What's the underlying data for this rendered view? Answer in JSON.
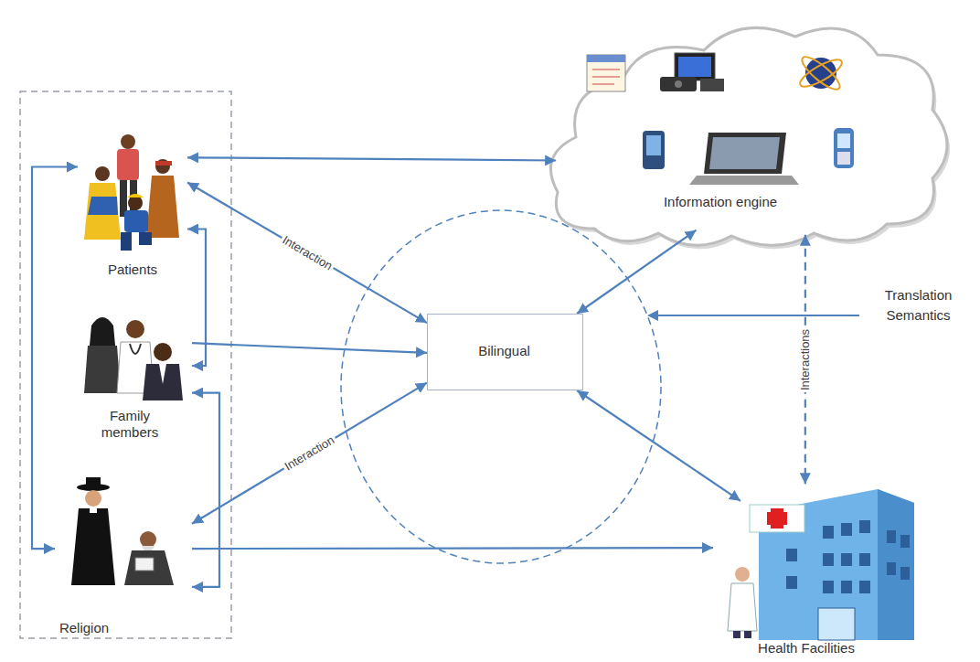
{
  "diagram": {
    "nodes": [
      {
        "text": [
          "Patients"
        ]
      },
      {
        "text": [
          "Family members"
        ]
      },
      {
        "text": [
          "Religion"
        ]
      },
      {
        "text": [
          "Information engine"
        ]
      },
      {
        "text": [
          "Bilingual"
        ]
      },
      {
        "text": [
          "Health Facilities"
        ]
      }
    ],
    "edges": [
      {
        "from": 0,
        "to": 3,
        "arrow": "both"
      },
      {
        "from": 0,
        "to": 4,
        "label": "Interaction",
        "arrow": "both"
      },
      {
        "from": 1,
        "to": 4,
        "arrow": "to"
      },
      {
        "from": 2,
        "to": 4,
        "label": "Interaction",
        "arrow": "both"
      },
      {
        "from": 4,
        "to": 3,
        "arrow": "both"
      },
      {
        "from": 4,
        "to": 5,
        "arrow": "both"
      },
      {
        "from": 3,
        "to": 5,
        "label": "Interactions",
        "arrow": "both"
      },
      {
        "from": 2,
        "to": 5,
        "arrow": "to"
      },
      {
        "from": 2,
        "to": 0,
        "arrow": "both"
      },
      {
        "from": 0,
        "to": 1,
        "arrow": "both"
      },
      {
        "from": 1,
        "to": 2,
        "arrow": "both"
      }
    ],
    "labels": [
      "Translation Semantics"
    ]
  }
}
